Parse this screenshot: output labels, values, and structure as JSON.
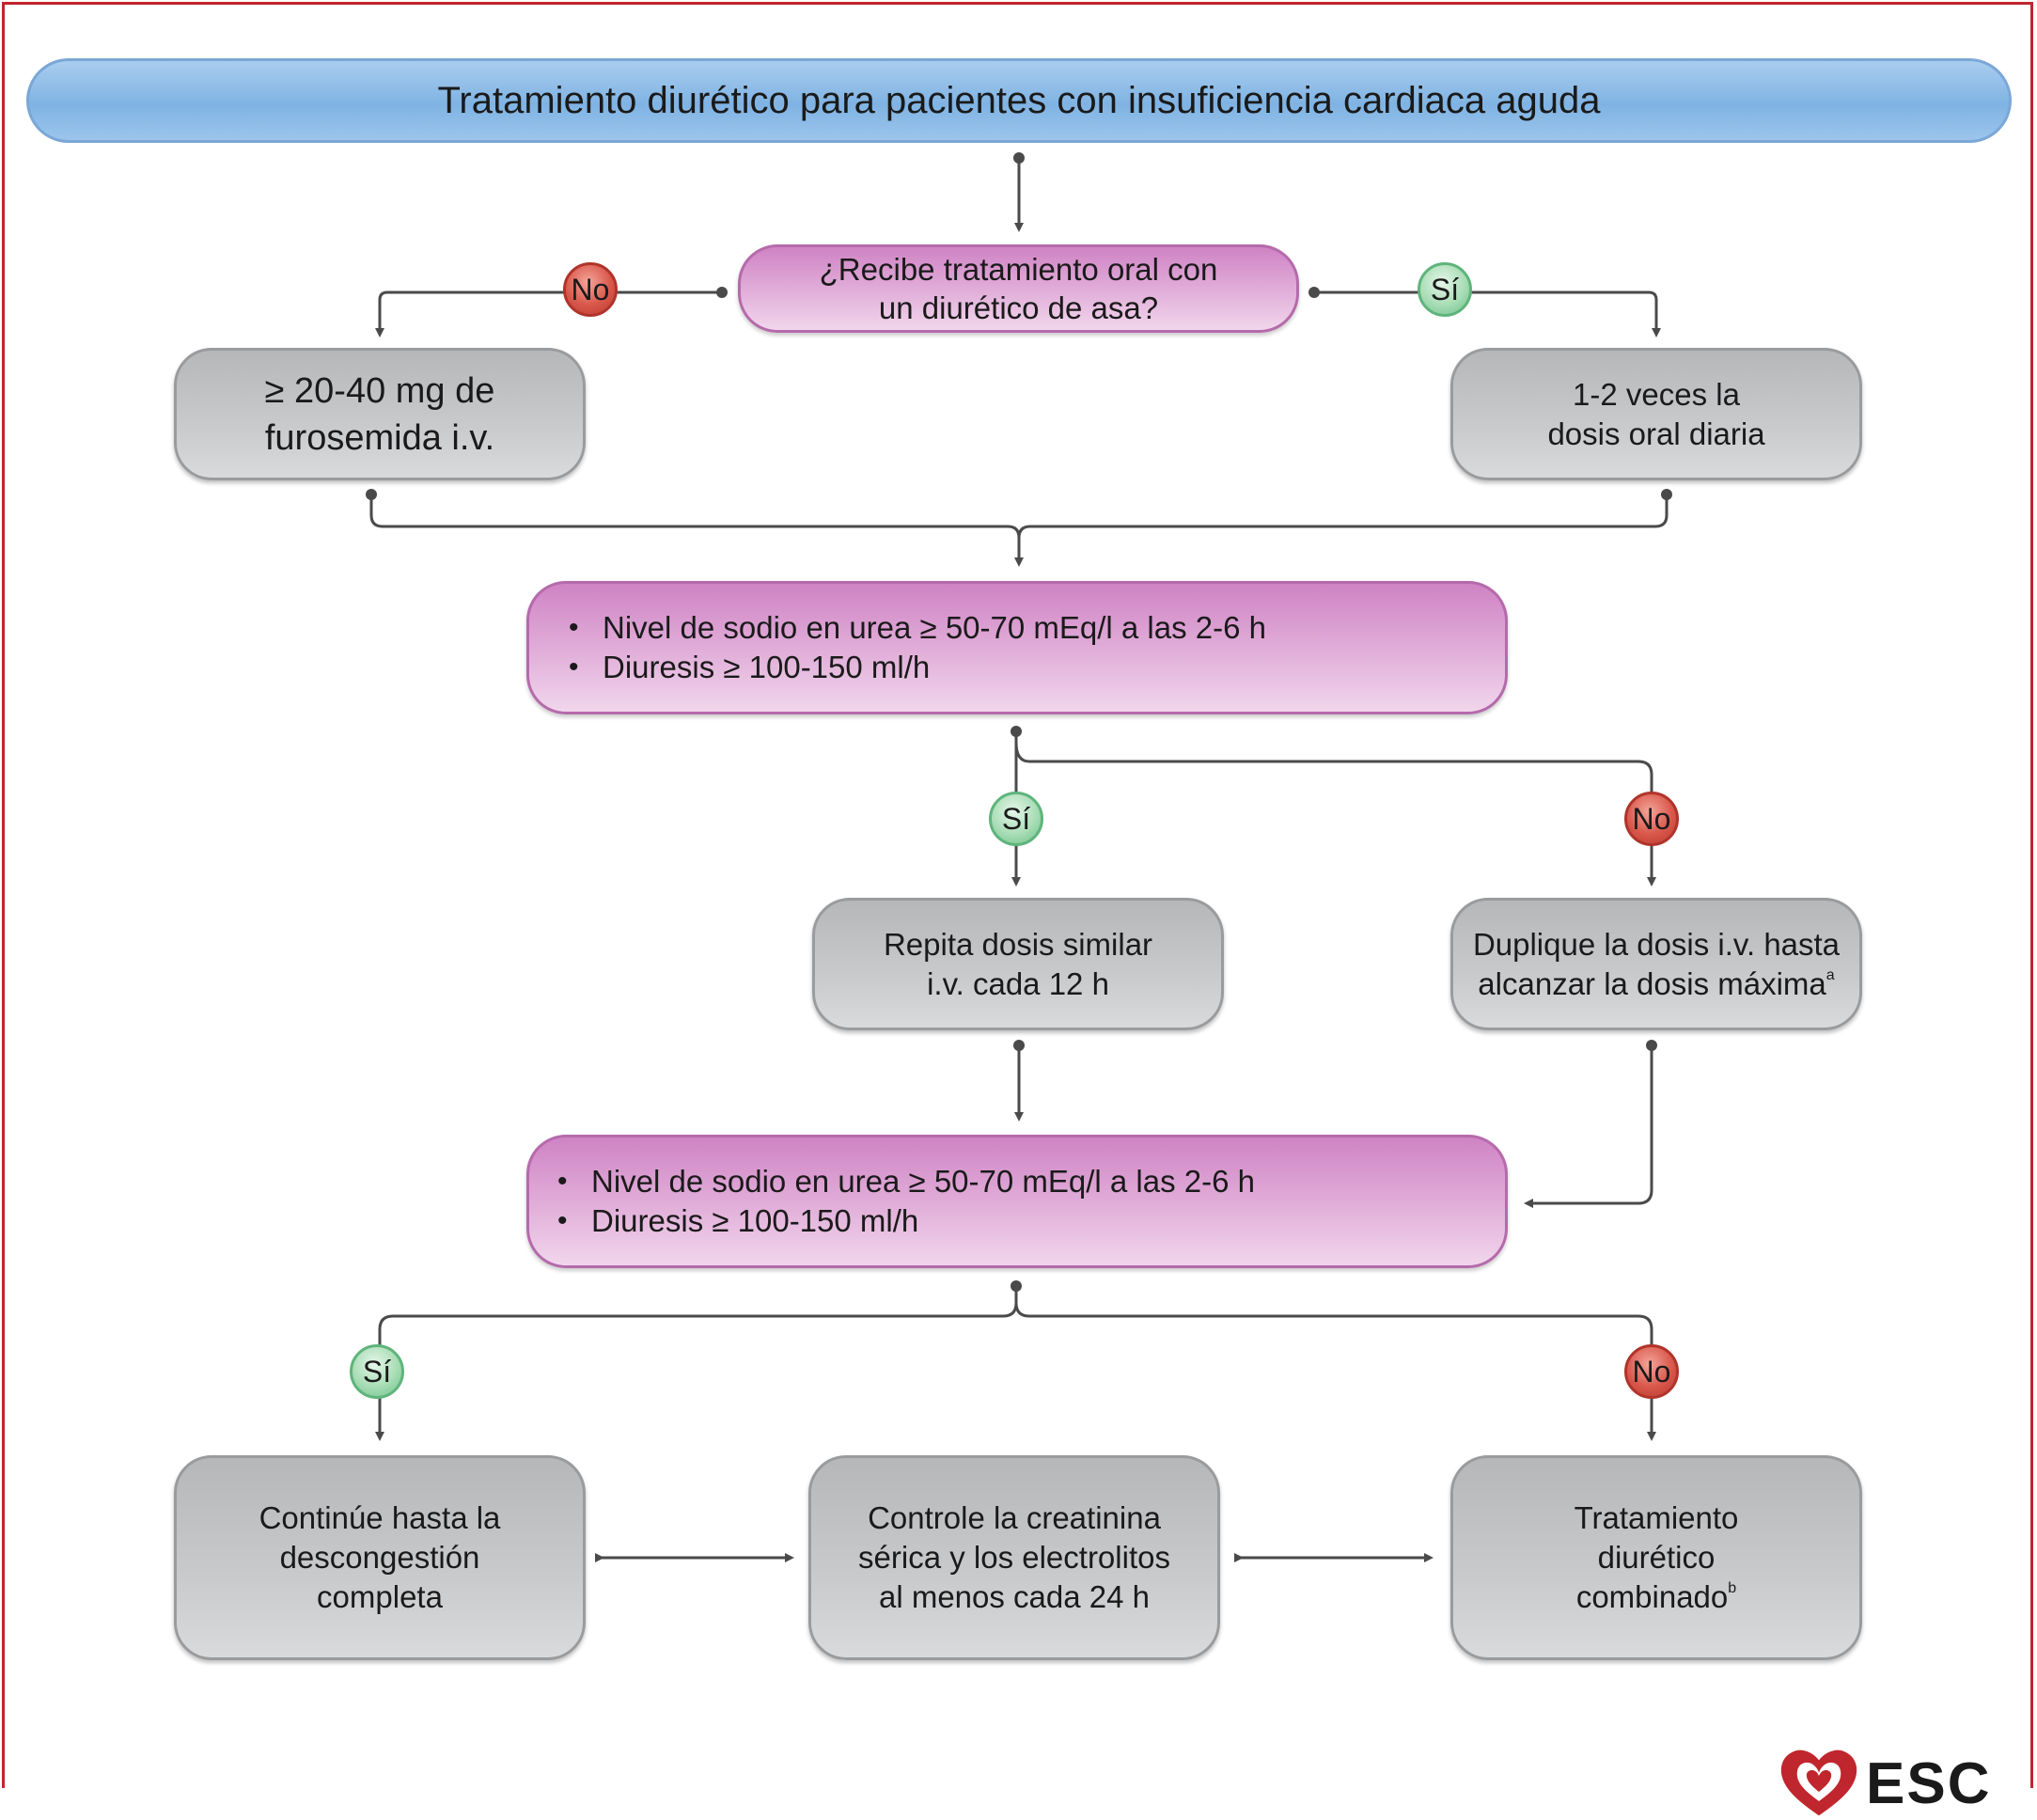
{
  "title": "Tratamiento diurético para pacientes con insuficiencia cardiaca aguda",
  "question": {
    "line1": "¿Recibe tratamiento oral con",
    "line2": "un diurético de asa?"
  },
  "badges": {
    "no": "No",
    "yes": "Sí"
  },
  "left_dose": {
    "line1": "≥ 20-40 mg de",
    "line2": "furosemida i.v."
  },
  "right_dose": {
    "line1": "1-2 veces la",
    "line2": "dosis oral diaria"
  },
  "criteria_1": [
    "Nivel de sodio en urea  ≥ 50-70 mEq/l a las 2-6 h",
    "Diuresis  ≥ 100-150 ml/h"
  ],
  "repeat_dose": {
    "line1": "Repita dosis similar",
    "line2": "i.v. cada 12 h"
  },
  "double_dose": {
    "line1": "Duplique la dosis i.v. hasta",
    "line2": "alcanzar la dosis máxima",
    "note": "a"
  },
  "criteria_2": [
    "Nivel de sodio en urea  ≥ 50-70 mEq/l a las 2-6 h",
    "Diuresis  ≥ 100-150 ml/h"
  ],
  "continue": {
    "line1": "Continúe hasta la",
    "line2": "descongestión",
    "line3": "completa"
  },
  "monitor": {
    "line1": "Controle la creatinina",
    "line2": "sérica y los electrolitos",
    "line3": "al menos cada 24 h"
  },
  "combined": {
    "line1": "Tratamiento",
    "line2": "diurético",
    "line3": "combinado",
    "note": "b"
  },
  "logo": {
    "text": "ESC",
    "icon": "heart-icon",
    "color": "#c0262d"
  },
  "colors": {
    "frame": "#c0262d",
    "title_bar": "#8fbde8",
    "decision": "#d99bd0",
    "action": "#c3c4c6",
    "yes": "#a8ddb5",
    "no": "#d9574b",
    "connector": "#4a4a4a"
  }
}
